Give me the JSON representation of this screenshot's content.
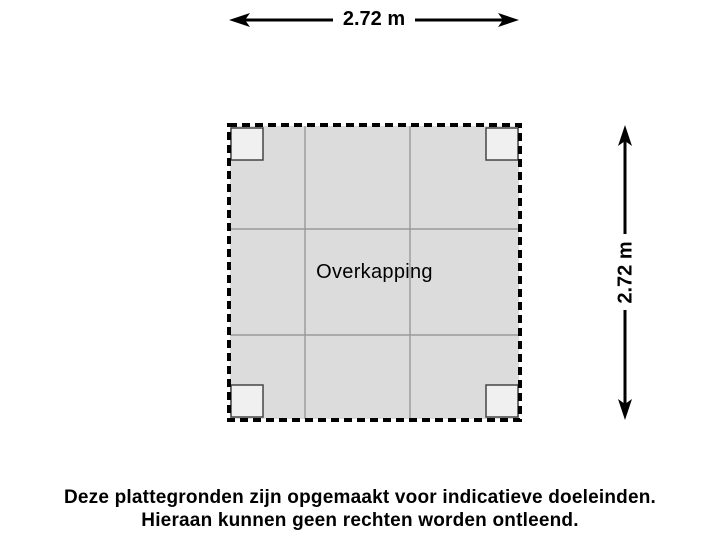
{
  "floor_plan": {
    "room_label": "Overkapping",
    "width_dimension_label": "2.72 m",
    "height_dimension_label": "2.72 m"
  },
  "disclaimer": {
    "line1": "Deze plattegronden zijn opgemaakt voor indicatieve doeleinden.",
    "line2": "Hieraan kunnen geen rechten worden ontleend."
  },
  "colors": {
    "background": "#ffffff",
    "plan_fill": "#dcdcdc",
    "post_fill": "#f0f0f0",
    "post_border": "#454545",
    "grid_line": "#999999",
    "line_color": "#000000",
    "label_bg": "#ffffff",
    "text_color": "#000000"
  }
}
